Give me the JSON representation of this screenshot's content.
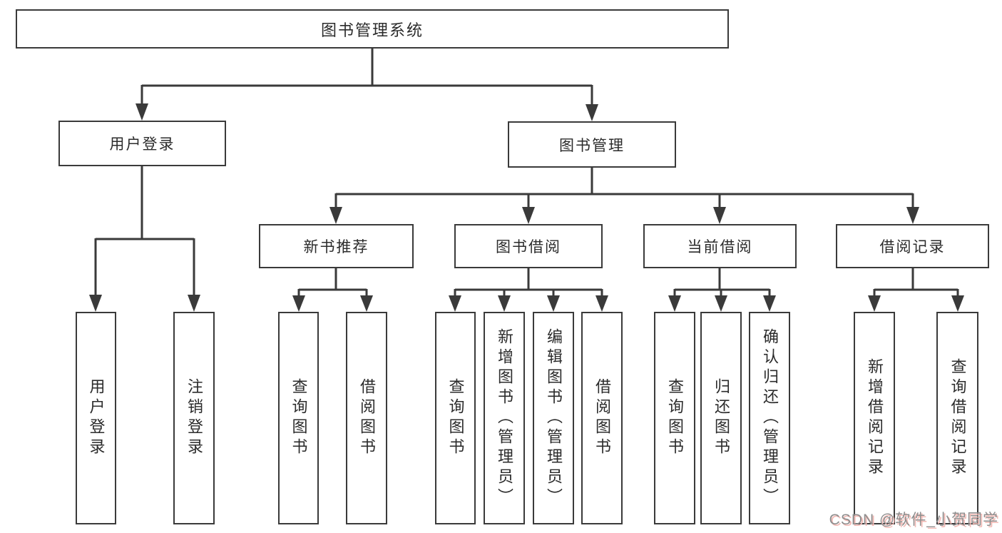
{
  "diagram": {
    "root": {
      "label": "图书管理系统"
    },
    "level2": [
      {
        "label": "用户登录"
      },
      {
        "label": "图书管理"
      }
    ],
    "level3": [
      {
        "label": "新书推荐"
      },
      {
        "label": "图书借阅"
      },
      {
        "label": "当前借阅"
      },
      {
        "label": "借阅记录"
      }
    ],
    "leaves": [
      {
        "label": "用户登录"
      },
      {
        "label": "注销登录"
      },
      {
        "label": "查询图书"
      },
      {
        "label": "借阅图书"
      },
      {
        "label": "查询图书"
      },
      {
        "label": "新增图书（管理员）"
      },
      {
        "label": "编辑图书（管理员）"
      },
      {
        "label": "借阅图书"
      },
      {
        "label": "查询图书"
      },
      {
        "label": "归还图书"
      },
      {
        "label": "确认归还（管理员）"
      },
      {
        "label": "新增借阅记录"
      },
      {
        "label": "查询借阅记录"
      }
    ]
  },
  "watermark": {
    "text": "CSDN @软件_小贺同学"
  },
  "colors": {
    "line": "#3a3a3a",
    "text": "#2b2b2b",
    "background": "#ffffff",
    "watermark_gray": "#8e8e8e",
    "watermark_shadow": "#f2b9b4"
  }
}
